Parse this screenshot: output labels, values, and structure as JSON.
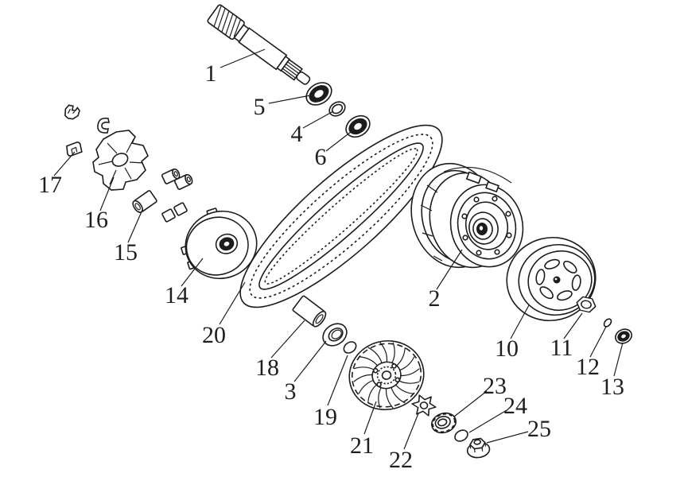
{
  "diagram": {
    "type": "exploded-parts-diagram",
    "subject": "cvt-variator-clutch-assembly",
    "background_color": "#ffffff",
    "line_color": "#1c1c1c",
    "callouts": [
      {
        "num": "1"
      },
      {
        "num": "2"
      },
      {
        "num": "3"
      },
      {
        "num": "4"
      },
      {
        "num": "5"
      },
      {
        "num": "6"
      },
      {
        "num": "10"
      },
      {
        "num": "11"
      },
      {
        "num": "12"
      },
      {
        "num": "13"
      },
      {
        "num": "14"
      },
      {
        "num": "15"
      },
      {
        "num": "16"
      },
      {
        "num": "17"
      },
      {
        "num": "18"
      },
      {
        "num": "19"
      },
      {
        "num": "20"
      },
      {
        "num": "21"
      },
      {
        "num": "22"
      },
      {
        "num": "23"
      },
      {
        "num": "24"
      },
      {
        "num": "25"
      }
    ]
  }
}
